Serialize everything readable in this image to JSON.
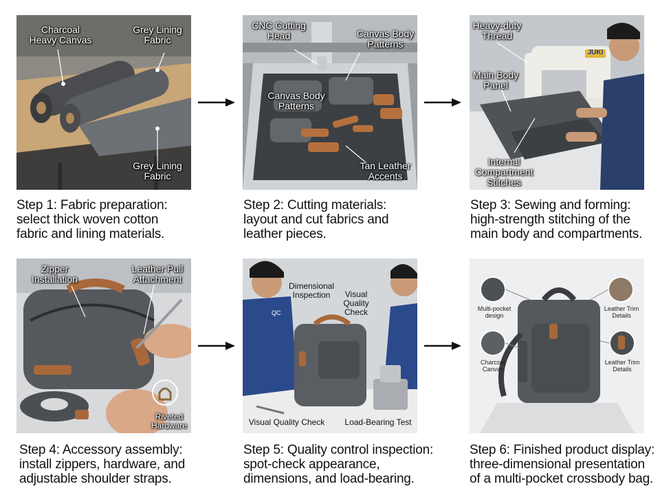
{
  "steps": [
    {
      "caption": "Step 1: Fabric preparation:\nselect thick woven cotton\nfabric and lining materials.",
      "labels": [
        "Charcoal\nHeavy Canvas",
        "Grey Lining\nFabric",
        "Grey Lining\nFabric"
      ]
    },
    {
      "caption": "Step 2: Cutting materials:\nlayout and cut fabrics and\nleather pieces.",
      "labels": [
        "CNC Cutting\nHead",
        "Canvas Body\nPatterns",
        "Canvas Body\nPatterns",
        "Tan Leather\nAccents"
      ]
    },
    {
      "caption": "Step 3: Sewing and forming:\nhigh-strength stitching of the\nmain body and compartments.",
      "labels": [
        "Heavy-duty\nThread",
        "Main Body\nPanel",
        "Internal\nCompartment\nStitches"
      ],
      "brand": "JUKI"
    },
    {
      "caption": "Step 4: Accessory assembly:\ninstall zippers, hardware, and\nadjustable shoulder straps.",
      "labels": [
        "Zipper\nInstallation",
        "Leather Pull\nAttachment",
        "Riveted\nHardware"
      ]
    },
    {
      "caption": "Step 5: Quality control inspection:\nspot-check appearance,\ndimensions, and load-bearing.",
      "labels": [
        "Dimensional\nInspection",
        "Visual\nQuality\nCheck",
        "Visual Quality Check",
        "Load-Bearing Test"
      ],
      "badge": "QC"
    },
    {
      "caption": "Step 6: Finished product display:\nthree-dimensional presentation\nof a multi-pocket crossbody bag.",
      "labels": [
        "Multi-pocket\ndesign",
        "Leather Trim\nDetails",
        "Charcoal\nCanvas",
        "Leather Trim\nDetails"
      ]
    }
  ],
  "arrow_icon": "right-arrow-icon",
  "colors": {
    "canvas": "#55585c",
    "leather": "#a8683a",
    "caption_text": "#111111"
  }
}
